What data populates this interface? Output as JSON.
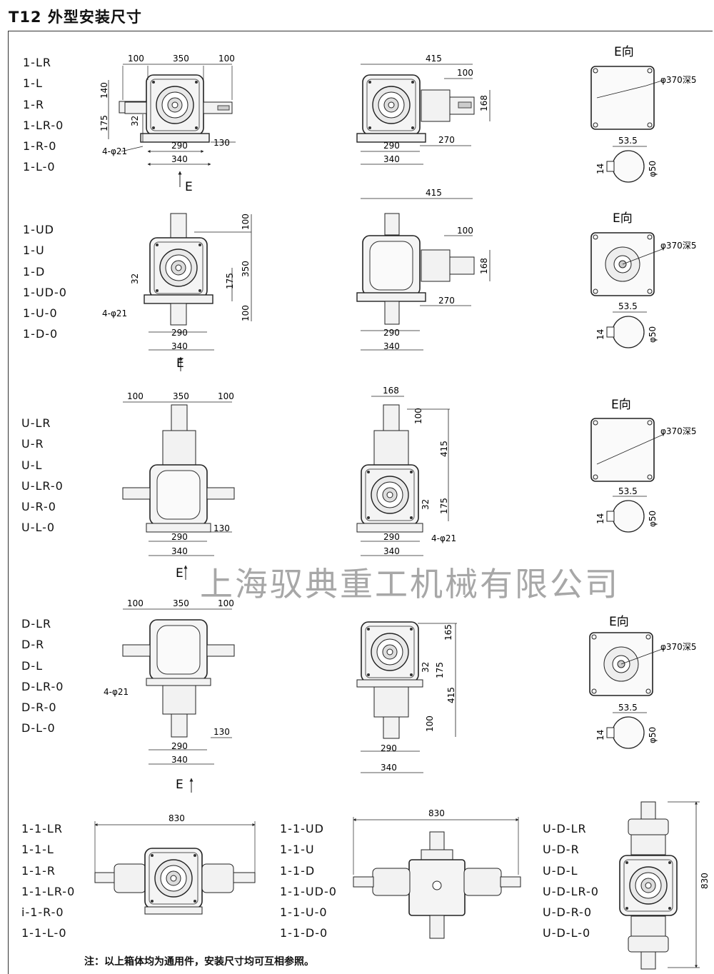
{
  "title": "T12 外型安装尺寸",
  "model_groups": [
    [
      "1-LR",
      "1-L",
      "1-R",
      "1-LR-0",
      "1-R-0",
      "1-L-0"
    ],
    [
      "1-UD",
      "1-U",
      "1-D",
      "1-UD-0",
      "1-U-0",
      "1-D-0"
    ],
    [
      "U-LR",
      "U-R",
      "U-L",
      "U-LR-0",
      "U-R-0",
      "U-L-0"
    ],
    [
      "D-LR",
      "D-R",
      "D-L",
      "D-LR-0",
      "D-R-0",
      "D-L-0"
    ],
    [
      "1-1-LR",
      "1-1-L",
      "1-1-R",
      "1-1-LR-0",
      "i-1-R-0",
      "1-1-L-0"
    ],
    [
      "1-1-UD",
      "1-1-U",
      "1-1-D",
      "1-1-UD-0",
      "1-1-U-0",
      "1-1-D-0"
    ],
    [
      "U-D-LR",
      "U-D-R",
      "U-D-L",
      "U-D-LR-0",
      "U-D-R-0",
      "U-D-L-0"
    ]
  ],
  "dims": {
    "d100": "100",
    "d350": "350",
    "d140": "140",
    "d175": "175",
    "d32": "32",
    "d290": "290",
    "d340": "340",
    "d130": "130",
    "holes": "4-φ21",
    "d415": "415",
    "d168": "168",
    "d270": "270",
    "d165": "165",
    "d830": "830"
  },
  "e_view": {
    "label": "E向",
    "bolt_circle": "φ370深5",
    "d53_5": "53.5",
    "d14": "14",
    "d50": "φ50"
  },
  "arrow_label": "E",
  "watermark": "上海驭典重工机械有限公司",
  "note": "注：以上箱体均为通用件，安装尺寸均可互相参照。"
}
